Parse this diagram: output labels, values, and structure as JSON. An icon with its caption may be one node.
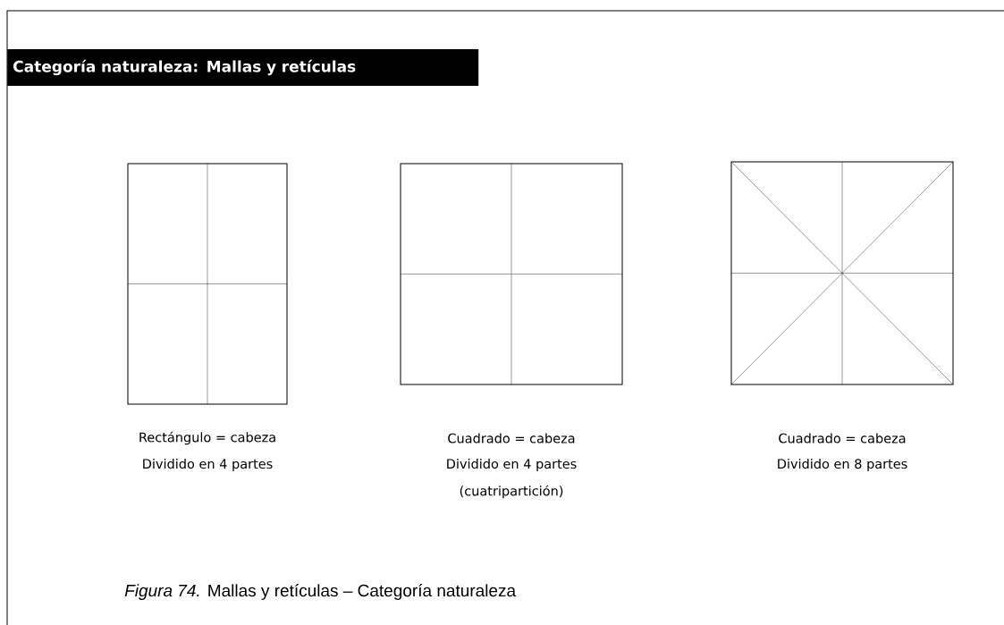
{
  "diagram": {
    "title": "Categoría naturaleza: Mallas y retículas",
    "caption": "*Figura 74.* Mallas y retículas – Categoría naturaleza",
    "nodes": [
      {
        "text": [],
        "shape": "box",
        "beside": [
          "Rectángulo = cabeza",
          "Dividido en 4 partes"
        ]
      },
      {
        "text": [],
        "shape": "box",
        "beside": [
          "Cuadrado = cabeza",
          "Dividido en 4 partes",
          "(cuatripartición)"
        ]
      },
      {
        "text": [],
        "shape": "box",
        "beside": [
          "Cuadrado = cabeza",
          "Dividido en 8 partes"
        ]
      }
    ]
  }
}
